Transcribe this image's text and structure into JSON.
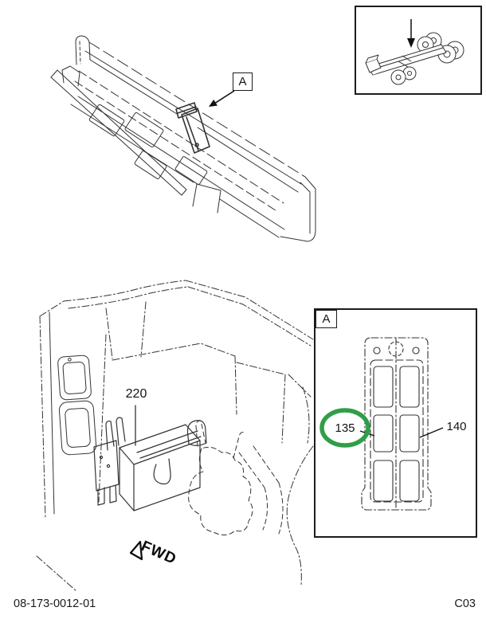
{
  "page": {
    "background": "#ffffff",
    "footer": {
      "document_number": "08-173-0012-01",
      "sheet_code": "C03"
    }
  },
  "colors": {
    "line": "#333333",
    "ink": "#141414",
    "highlight_green": "#2f9e48"
  },
  "main_view": {
    "callout_label": "A",
    "fuse_box_part": "220",
    "direction_label": "FWD"
  },
  "locator_inset": {
    "icon": "truck-chassis-icon",
    "arrow_icon": "down-arrow-icon"
  },
  "detail_view": {
    "frame_label": "A",
    "highlighted_part": "135",
    "adjacent_part": "140"
  }
}
